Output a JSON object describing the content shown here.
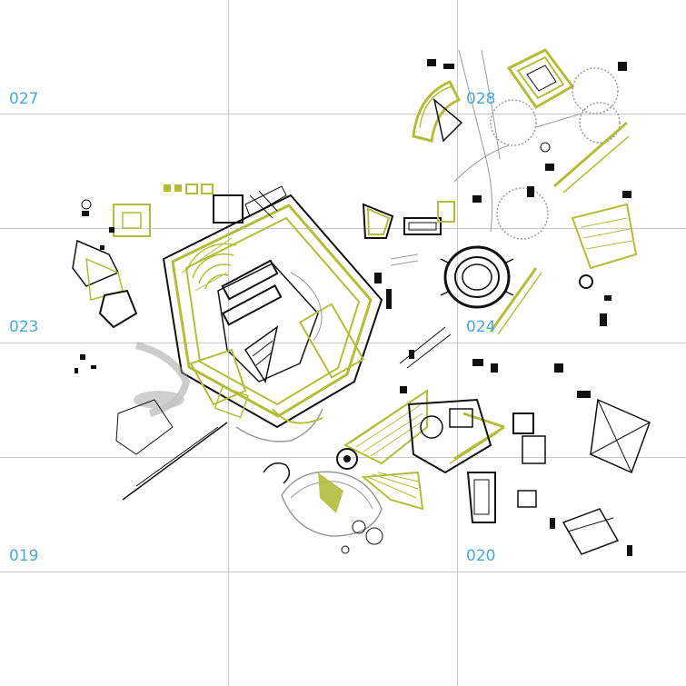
{
  "map": {
    "colors": {
      "grid": "#c8c8c8",
      "label": "#4aa8dc",
      "highlight": "#b3bd3a",
      "linework": "#111111",
      "secondary": "#999999"
    },
    "tiles": [
      {
        "id": "027"
      },
      {
        "id": "028"
      },
      {
        "id": "023"
      },
      {
        "id": "024"
      },
      {
        "id": "019"
      },
      {
        "id": "020"
      }
    ]
  }
}
